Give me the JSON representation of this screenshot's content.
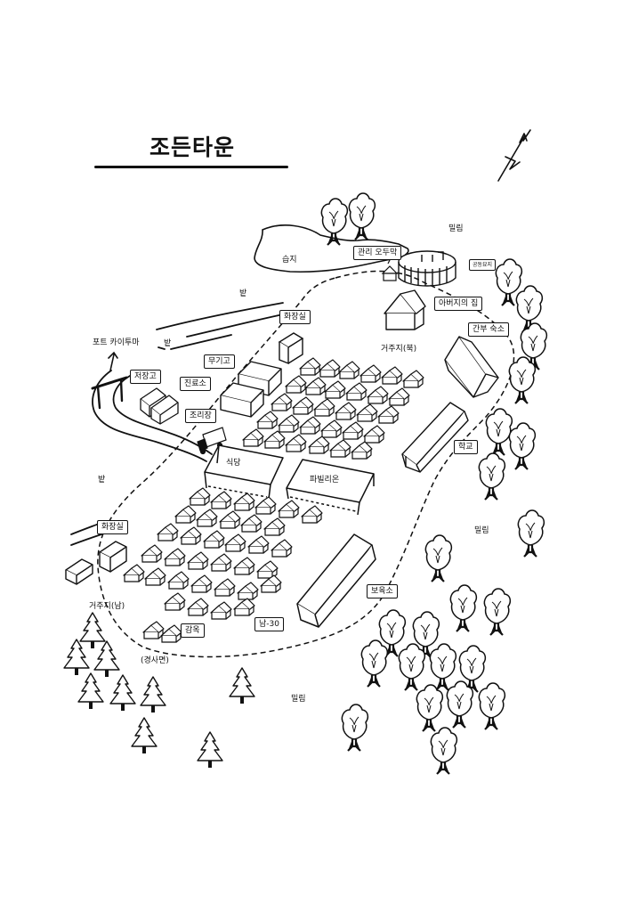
{
  "map": {
    "title": "조든타운",
    "labels": {
      "wetland": "습지",
      "field_top": "밭",
      "field_left": "밭",
      "field_bottom_left": "밭",
      "port_kaituma": "포트 카이투마",
      "jungle_top_right": "밀림",
      "jungle_right": "밀림",
      "jungle_bottom": "밀림",
      "residence_north": "거주지(북)",
      "residence_south": "거주지(남)",
      "slope": "(경사면)"
    },
    "boxed_labels": {
      "radio_room": "관리 오두막",
      "cemetery": "공동묘지",
      "fathers_house": "아버지의 집",
      "toilet_top": "화장실",
      "armory": "무기고",
      "clinic": "진료소",
      "warehouse": "저장고",
      "kitchen": "조리장",
      "cafeteria": "식당",
      "pavilion": "파빌리온",
      "staff_quarters": "간부 숙소",
      "school": "학교",
      "toilet_bottom": "화장실",
      "nursery": "보육소",
      "south_30": "남-30",
      "prison": "감옥"
    },
    "icons": [
      "north-arrow-icon",
      "tree-icon",
      "pine-tree-icon",
      "hut-icon",
      "gate-icon",
      "truck-icon"
    ]
  }
}
